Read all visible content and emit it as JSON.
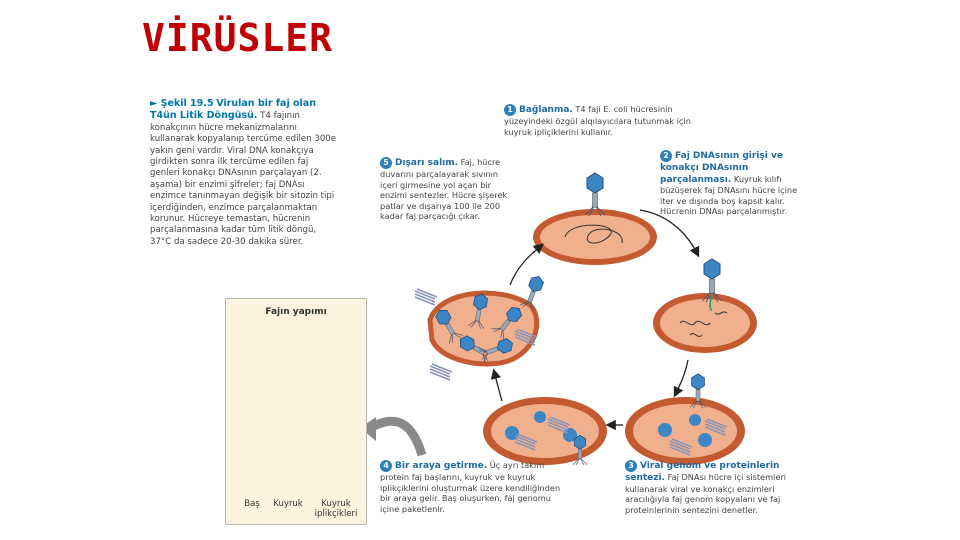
{
  "title": "VİRÜSLER",
  "caption": {
    "fig_label": "► Şekil 19.5",
    "fig_title": "Virulan bir faj olan T4ün Litik Döngüsü.",
    "text": "T4 fajının konakçının hücre mekanizmalarını kullanarak kopyalanıp tercüme edilen 300e yakın geni vardır. Viral DNA konakçıya girdikten sonra ilk tercüme edilen faj genleri konakçı DNAsının parçalayan (2. aşama) bir enzimi şifreler; faj DNAsı enzimce tanınmayan değişik bir sitozin tipi içerdiğinden, enzimce parçalanmaktan korunur. Hücreye temastan, hücrenin parçalanmasına kadar tüm litik döngü, 37°C da sadece 20-30 dakika sürer."
  },
  "steps": [
    {
      "num": "1",
      "head": "Bağlanma.",
      "text": "T4 faji E. coli hücresinin yüzeyindeki özgül alqılayıcılara tutunmak için kuyruk ipliçiklerini kullanır."
    },
    {
      "num": "2",
      "head": "Faj DNAsının girişi ve konakçı DNAsının parçalanması.",
      "text": "Kuyruk kılıfı büzüşerek faj DNAsını hücre içine iter ve dışında boş kapsit kalır. Hücrenin DNAsı parçalanmıştır."
    },
    {
      "num": "3",
      "head": "Viral genom ve proteinlerin sentezi.",
      "text": "Faj DNAsı hücre içi sistemleri kullanarak viral ve konakçı enzimleri aracılığıyla faj genom kopyalanı ve faj proteinlerinin sentezini denetler."
    },
    {
      "num": "4",
      "head": "Bir araya getirme.",
      "text": "Üç ayrı takım protein faj başlarını, kuyruk ve kuyruk iplikçiklerini oluşturmak üzere kendiliğinden bir araya gelir. Baş oluşurken, faj genomu içine paketlenir."
    },
    {
      "num": "5",
      "head": "Dışarı salım.",
      "text": "Faj, hücre duvarını parçalayarak sıvının içeri girmesine yol açan bir enzimi sentezler. Hücre şişerek patlar ve dışarıya 100 ile 200 kadar faj parçacığı çıkar."
    }
  ],
  "phage_box": {
    "title": "Fajın yapımı",
    "parts": [
      "Baş",
      "Kuyruk",
      "Kuyruk iplikçikleri"
    ]
  },
  "colors": {
    "title": "#c00000",
    "accent": "#2d7fb7",
    "cell_fill": "#e8a27e",
    "cell_wall": "#c45a30",
    "phage": "#3d86c6"
  }
}
